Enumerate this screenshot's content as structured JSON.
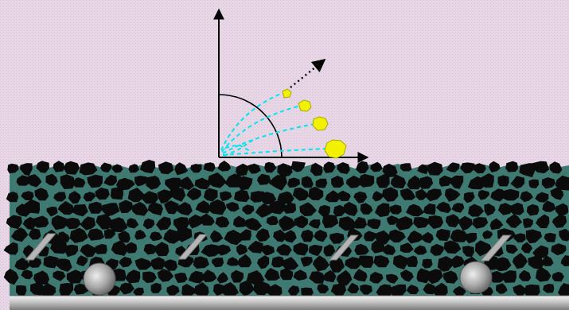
{
  "diagram": {
    "colors": {
      "background": "#e6d6e6",
      "background_dot": "#d7c5d7",
      "axis": "#000000",
      "trajectory": "#00e5ee",
      "particle": "#f2f200",
      "particle_outline": "#a8a800",
      "bed_fluid": "#3f7a72",
      "granule": "#0b0b0b",
      "nozzle": "#b5b5b5",
      "rail": "#bdbdbd"
    },
    "icons": {
      "angle_axes": "coordinate-axes-with-quarter-arc",
      "particles": "yellow-particle",
      "nozzles": "slanted-gas-nozzle",
      "distributors": "round-distributor-cap",
      "granules": "black-bed-granule"
    }
  }
}
